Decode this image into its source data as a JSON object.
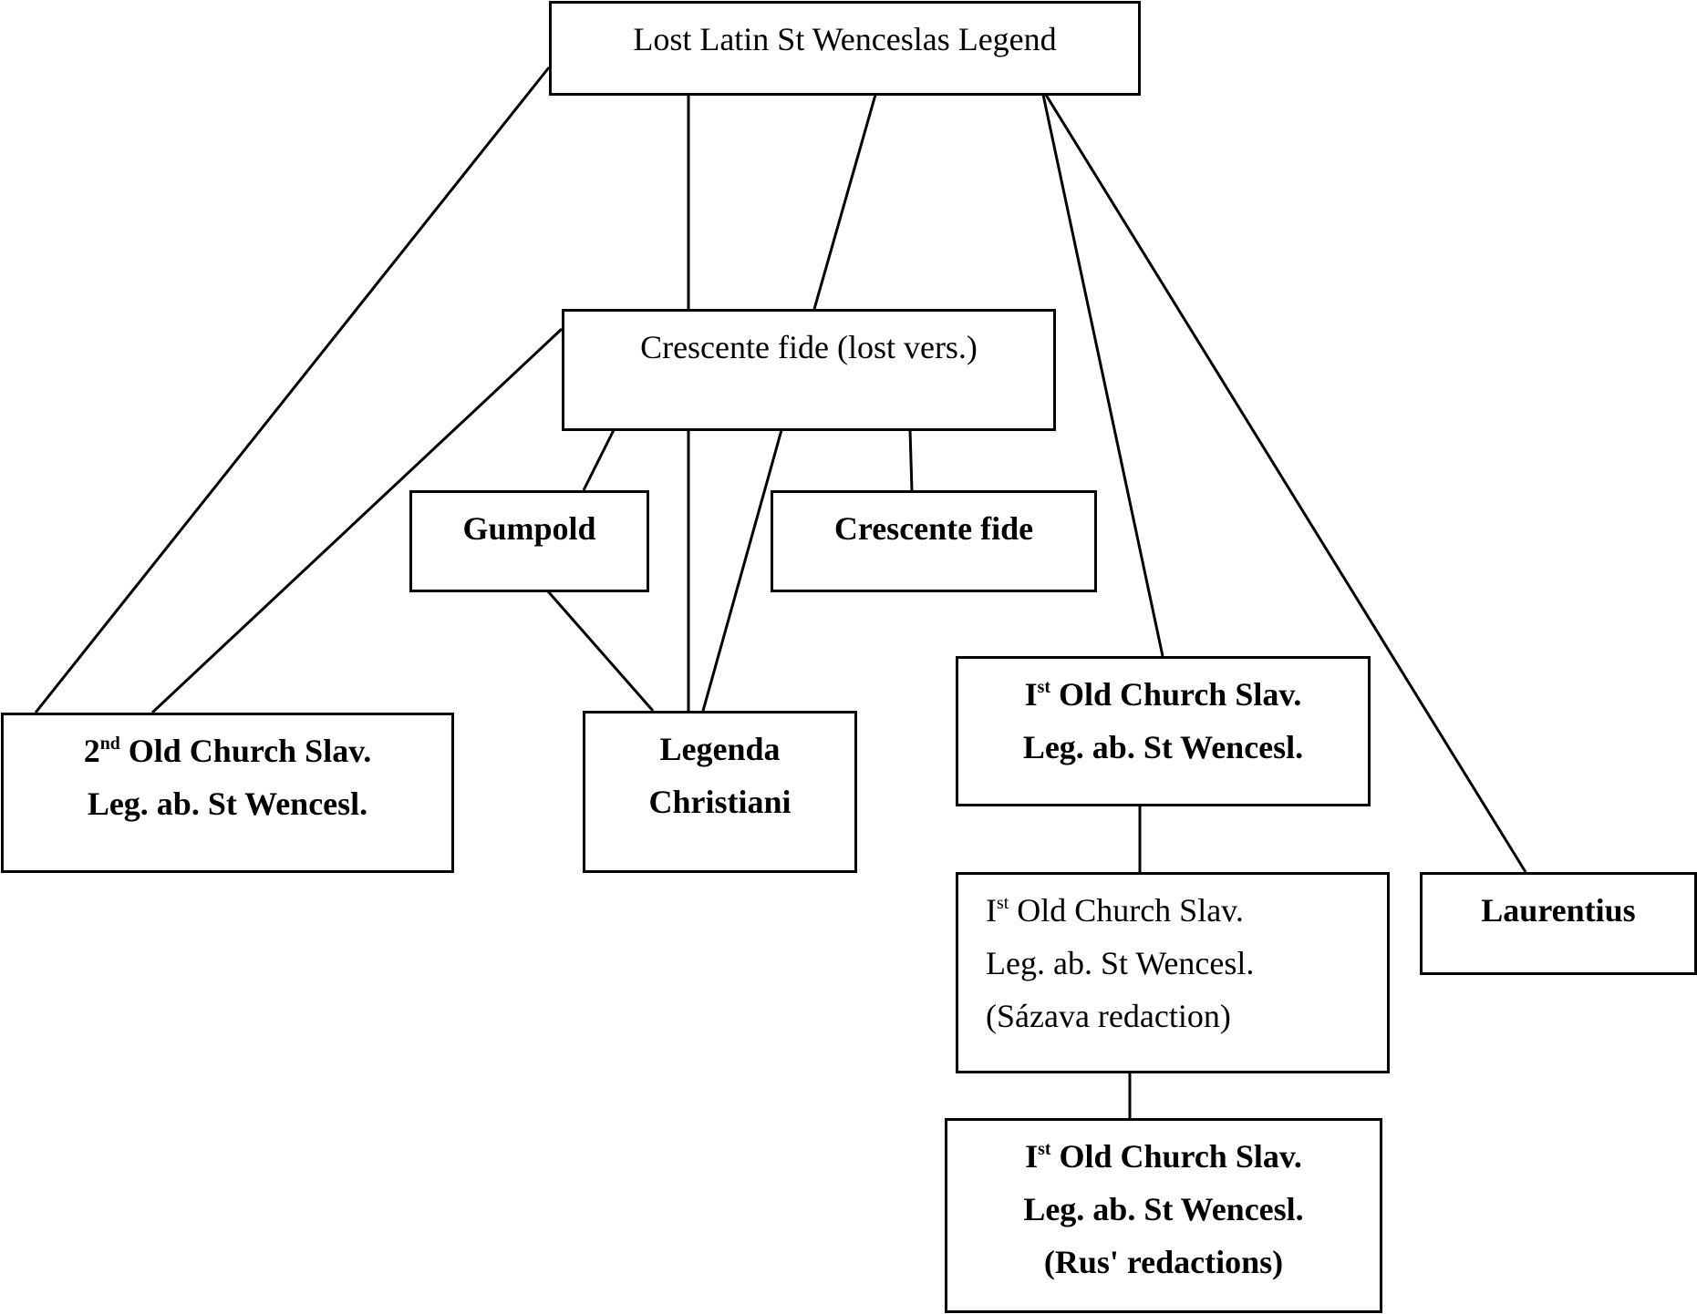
{
  "diagram": {
    "type": "stemma",
    "nodes": [
      {
        "id": "lost_latin",
        "lines": [
          {
            "pre": "Lost Latin St Wenceslas Legend"
          }
        ],
        "bold": false
      },
      {
        "id": "crescente_lost",
        "lines": [
          {
            "pre": "Crescente fide (lost vers.)"
          }
        ],
        "bold": false
      },
      {
        "id": "gumpold",
        "lines": [
          {
            "pre": "Gumpold"
          }
        ],
        "bold": true
      },
      {
        "id": "crescente_fide",
        "lines": [
          {
            "pre": "Crescente fide"
          }
        ],
        "bold": true
      },
      {
        "id": "ocs2",
        "lines": [
          {
            "pre": "2",
            "sup": "nd",
            "post": " Old Church Slav."
          },
          {
            "pre": "Leg. ab. St Wencesl."
          }
        ],
        "bold": true
      },
      {
        "id": "christiani",
        "lines": [
          {
            "pre": "Legenda"
          },
          {
            "pre": "Christiani"
          }
        ],
        "bold": true
      },
      {
        "id": "ocs1",
        "lines": [
          {
            "pre": "I",
            "sup": "st",
            "post": " Old Church Slav."
          },
          {
            "pre": "Leg. ab. St Wencesl."
          }
        ],
        "bold": true
      },
      {
        "id": "ocs1_sazava",
        "lines": [
          {
            "pre": "I",
            "sup": "st",
            "post": " Old Church Slav."
          },
          {
            "pre": "Leg. ab. St Wencesl."
          },
          {
            "pre": "(Sázava redaction)"
          }
        ],
        "bold": false
      },
      {
        "id": "laurentius",
        "lines": [
          {
            "pre": "Laurentius"
          }
        ],
        "bold": true
      },
      {
        "id": "ocs1_rus",
        "lines": [
          {
            "pre": "I",
            "sup": "st",
            "post": " Old Church Slav."
          },
          {
            "pre": "Leg. ab. St Wencesl."
          },
          {
            "pre": "(Rus' redactions)"
          }
        ],
        "bold": true
      }
    ],
    "edges": [
      [
        "lost_latin",
        "ocs2"
      ],
      [
        "lost_latin",
        "crescente_lost"
      ],
      [
        "lost_latin",
        "crescente_lost"
      ],
      [
        "lost_latin",
        "ocs1"
      ],
      [
        "lost_latin",
        "laurentius"
      ],
      [
        "crescente_lost",
        "ocs2"
      ],
      [
        "crescente_lost",
        "gumpold"
      ],
      [
        "crescente_lost",
        "christiani"
      ],
      [
        "crescente_lost",
        "christiani"
      ],
      [
        "crescente_lost",
        "crescente_fide"
      ],
      [
        "gumpold",
        "christiani"
      ],
      [
        "ocs1",
        "ocs1_sazava"
      ],
      [
        "ocs1_sazava",
        "ocs1_rus"
      ]
    ]
  }
}
